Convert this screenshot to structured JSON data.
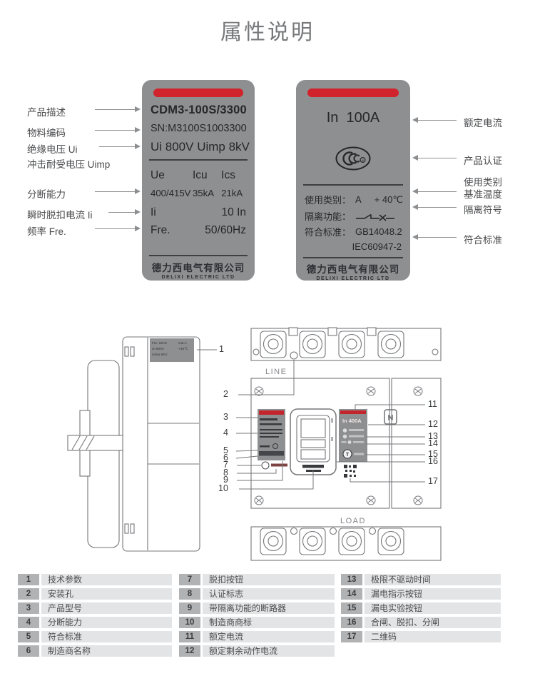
{
  "title": "属性说明",
  "plate1": {
    "model": "CDM3-100S/3300",
    "serial": "SN:M3100S1003300",
    "voltage_line": "Ui 800V Uimp 8kV",
    "col_ue": "Ue",
    "col_icu": "Icu",
    "col_ics": "Ics",
    "val_ue": "400/415V",
    "val_icu": "35kA",
    "val_ics": "21kA",
    "ii_label": "Ii",
    "ii_value": "10 In",
    "fre_label": "Fre.",
    "fre_value": "50/60Hz",
    "company_cn": "德力西电气有限公司",
    "company_en": "DELIXI ELECTRIC LTD"
  },
  "plate2": {
    "rated_current": "In  100A",
    "usage_label": "使用类别：",
    "usage_value": "A",
    "temp_value": "+ 40℃",
    "isolation_label": "隔离功能：",
    "standard_label": "符合标准：",
    "standard_value": "GB14048.2",
    "standard_value_2": "IEC60947-2",
    "company_cn": "德力西电气有限公司",
    "company_en": "DELIXI ELECTRIC LTD"
  },
  "left_captions": [
    "产品描述",
    "物料编码",
    "绝缘电压 Ui",
    "冲击耐受电压 Uimp",
    "分断能力",
    "瞬时脱扣电流 Ii",
    "频率 Fre."
  ],
  "right_captions": [
    "额定电流",
    "产品认证",
    "使用类别",
    "基准温度",
    "隔离符号",
    "符合标准"
  ],
  "diagram": {
    "line_label": "LINE",
    "load_label": "LOAD",
    "neutral_label": "N",
    "front_label_current": "In 400A",
    "trip_button_t": "T",
    "side_label": {
      "r1c1": "Fre. 50Hz",
      "r1c2": "Cat A",
      "r2c1": "Ui 800V",
      "r2c2": "+40℃",
      "r3c1": "Uimp 8KV"
    },
    "callouts": [
      "1",
      "2",
      "3",
      "4",
      "5",
      "6",
      "7",
      "8",
      "9",
      "10",
      "11",
      "12",
      "13",
      "14",
      "15",
      "16",
      "17"
    ]
  },
  "parts": {
    "col1": [
      {
        "num": "1",
        "label": "技术参数"
      },
      {
        "num": "2",
        "label": "安装孔"
      },
      {
        "num": "3",
        "label": "产品型号"
      },
      {
        "num": "4",
        "label": "分断能力"
      },
      {
        "num": "5",
        "label": "符合标准"
      },
      {
        "num": "6",
        "label": "制造商名称"
      }
    ],
    "col2": [
      {
        "num": "7",
        "label": "脱扣按钮"
      },
      {
        "num": "8",
        "label": "认证标志"
      },
      {
        "num": "9",
        "label": "带隔离功能的断路器"
      },
      {
        "num": "10",
        "label": "制造商商标"
      },
      {
        "num": "11",
        "label": "额定电流"
      },
      {
        "num": "12",
        "label": "额定剩余动作电流"
      }
    ],
    "col3": [
      {
        "num": "13",
        "label": "极限不驱动时间"
      },
      {
        "num": "14",
        "label": "漏电指示按钮"
      },
      {
        "num": "15",
        "label": "漏电实验按钮"
      },
      {
        "num": "16",
        "label": "合闸、脱扣、分闸"
      },
      {
        "num": "17",
        "label": "二维码"
      }
    ]
  }
}
